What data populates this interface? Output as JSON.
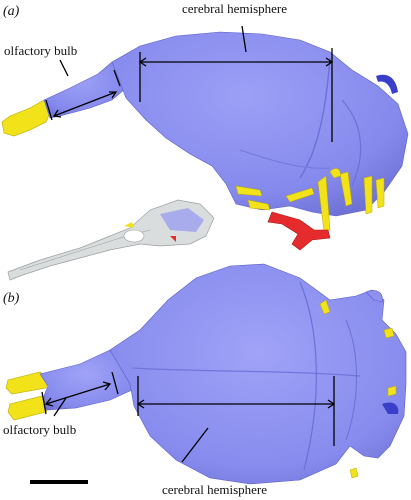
{
  "figure": {
    "panel_a": {
      "label": "(a)"
    },
    "panel_b": {
      "label": "(b)"
    },
    "labels": {
      "cerebral_top": "cerebral hemisphere",
      "olfactory_top": "olfactory bulb",
      "olfactory_bottom": "olfactory bulb",
      "cerebral_bottom": "cerebral hemisphere"
    },
    "colors": {
      "brain": "#8c8ff0",
      "brain_shade": "#6f73d8",
      "nerve": "#f2e21a",
      "vessel": "#e52b2b",
      "inner_ear": "#3a3fc9",
      "skull": "#cfd3d3"
    }
  }
}
